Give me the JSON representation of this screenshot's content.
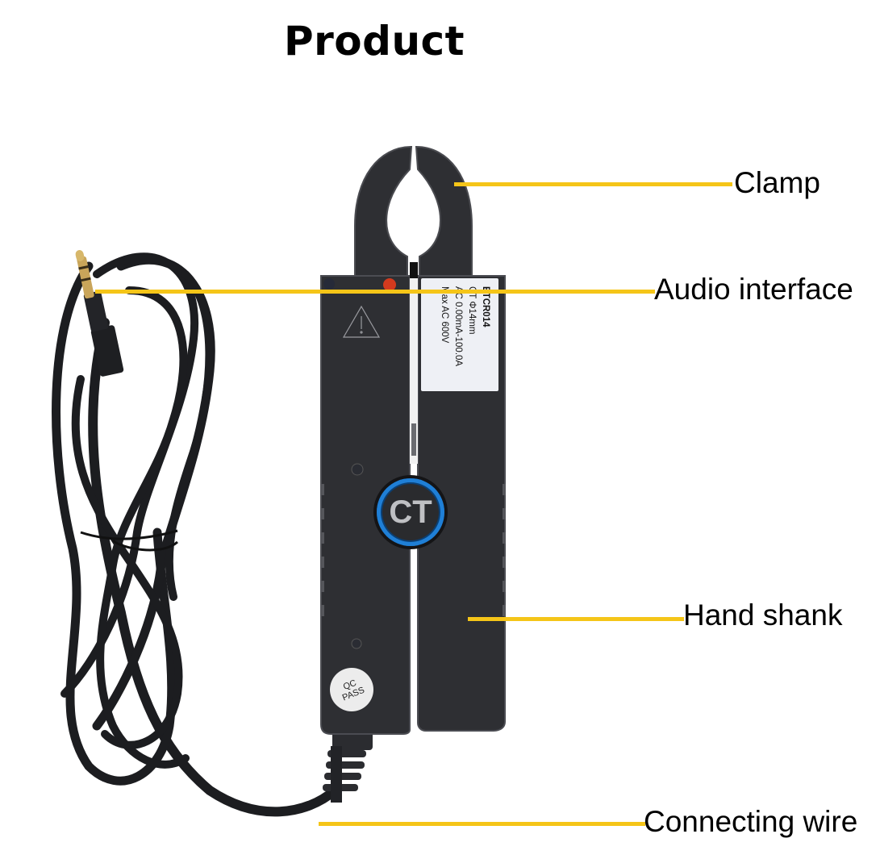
{
  "title": "Product",
  "callouts": [
    {
      "id": "clamp",
      "label": "Clamp"
    },
    {
      "id": "audio-interface",
      "label": "Audio interface"
    },
    {
      "id": "hand-shank",
      "label": "Hand shank"
    },
    {
      "id": "connecting-wire",
      "label": "Connecting wire"
    }
  ],
  "product": {
    "spec_label": {
      "model": "ETCR014",
      "size": "CT Φ14mm",
      "range": "AC 0.00mA-100.0A",
      "max": "Max AC 600V"
    },
    "badge": "CT",
    "qc": {
      "line1": "QC",
      "line2": "PASS"
    }
  },
  "colors": {
    "leader": "#f5c518",
    "body": "#2e2f33",
    "badge_ring": "#1f7fd6",
    "indicator": "#d33a1e"
  }
}
